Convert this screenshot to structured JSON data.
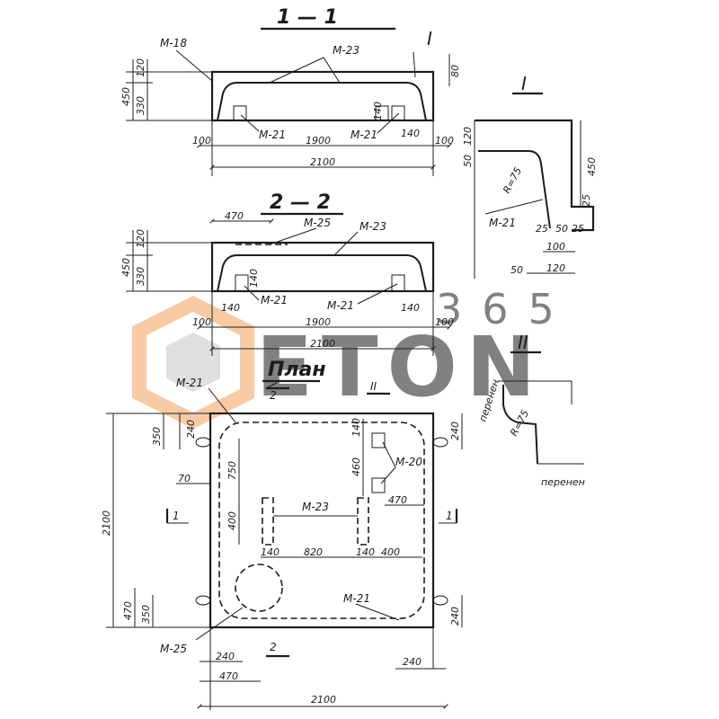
{
  "watermark": {
    "number": "365",
    "word": "ETON",
    "color_orange": "#f4a15a",
    "color_gray": "#c6c6c6"
  },
  "section_1": {
    "title": "1 — 1",
    "roman_mark": "I",
    "labels": {
      "m18": "М-18",
      "m23": "М-23",
      "m21_left": "М-21",
      "m21_right": "М-21"
    },
    "dims": {
      "top_120": "120",
      "h_450": "450",
      "h_330": "330",
      "top_80": "80",
      "d_140_a": "140",
      "d_140_b": "140",
      "d_100_left": "100",
      "d_1900": "1900",
      "d_100_right": "100",
      "d_2100": "2100"
    }
  },
  "section_2": {
    "title": "2 — 2",
    "labels": {
      "m25": "М-25",
      "m23": "М-23",
      "m21_left": "М-21",
      "m21_right": "М-21"
    },
    "dims": {
      "d_470": "470",
      "top_120": "120",
      "h_450": "450",
      "h_330": "330",
      "d_140_vert": "140",
      "d_140_left": "140",
      "d_140_right": "140",
      "d_100_left": "100",
      "d_1900": "1900",
      "d_100_right": "100",
      "d_2100": "2100"
    }
  },
  "detail_I": {
    "title": "I",
    "labels": {
      "m21": "М-21",
      "radius": "R=75"
    },
    "dims": {
      "d_120_top": "120",
      "d_50_top": "50",
      "d_450": "450",
      "d_25_right": "25",
      "d_25_a": "25",
      "d_50_mid": "50",
      "d_25_b": "25",
      "d_100": "100",
      "d_50_bottom": "50",
      "d_120_bottom": "120"
    }
  },
  "detail_II": {
    "title": "II",
    "labels": {
      "radius": "R=75",
      "shift_top": "перенен",
      "shift_bottom": "перенен"
    }
  },
  "plan": {
    "title": "План",
    "section_marks": {
      "top_2": "2",
      "bottom_2": "2",
      "left_1": "1",
      "right_1": "1",
      "mark_II": "II"
    },
    "labels": {
      "m21_top": "М-21",
      "m20": "М-20",
      "m23": "М-23",
      "m21_bottom": "М-21",
      "m25": "М-25"
    },
    "dims": {
      "d_350_left": "350",
      "d_240_left": "240",
      "d_70": "70",
      "d_2100_left": "2100",
      "d_470_left": "470",
      "d_350_left_bottom": "350",
      "d_750": "750",
      "d_400_vert": "400",
      "d_140_a": "140",
      "d_820": "820",
      "d_140_b": "140",
      "d_400_horiz": "400",
      "d_140_top": "140",
      "d_460": "460",
      "d_470_right": "470",
      "d_240_right_top": "240",
      "d_240_right_bottom": "240",
      "d_240_bottom_left": "240",
      "d_470_bottom": "470",
      "d_240_bottom_right": "240",
      "d_2100_bottom": "2100"
    }
  }
}
